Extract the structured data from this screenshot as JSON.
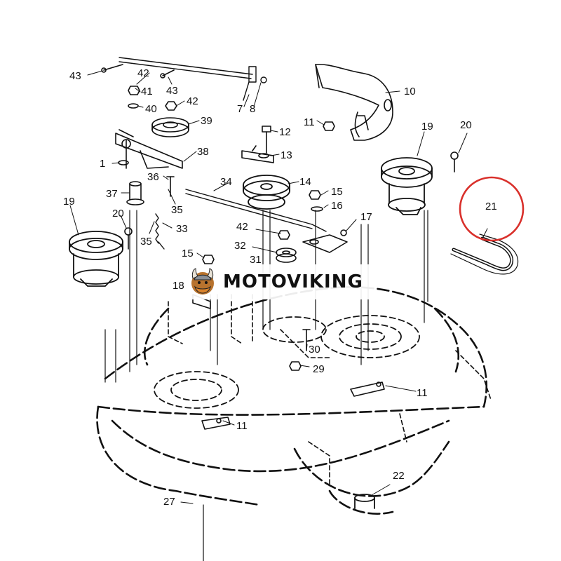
{
  "watermark": {
    "brand": "MOTOVIKING"
  },
  "highlight": {
    "part": "21",
    "color": "#d9302b"
  },
  "labels": {
    "p1": "1",
    "p7": "7",
    "p8": "8",
    "p10": "10",
    "p11a": "11",
    "p11b": "11",
    "p11c": "11",
    "p12": "12",
    "p13": "13",
    "p14": "14",
    "p15a": "15",
    "p15b": "15",
    "p16": "16",
    "p17": "17",
    "p18": "18",
    "p19a": "19",
    "p19b": "19",
    "p20a": "20",
    "p20b": "20",
    "p21": "21",
    "p22": "22",
    "p27": "27",
    "p29": "29",
    "p30": "30",
    "p31": "31",
    "p32": "32",
    "p33": "33",
    "p34": "34",
    "p35a": "35",
    "p35b": "35",
    "p36": "36",
    "p37": "37",
    "p38": "38",
    "p39": "39",
    "p40": "40",
    "p41": "41",
    "p42a": "42",
    "p42b": "42",
    "p42c": "42",
    "p43a": "43",
    "p43b": "43"
  }
}
